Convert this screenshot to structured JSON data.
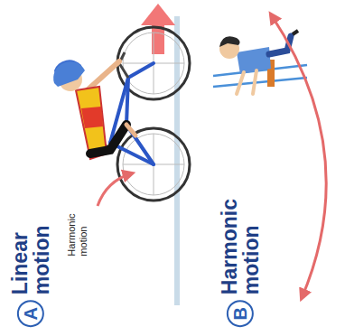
{
  "diagram": {
    "nodes": [
      {
        "text": [
          "A",
          "Linear motion"
        ]
      },
      {
        "text": [
          "B",
          "Harmonic motion"
        ]
      }
    ],
    "labels": [
      "Harmonic motion"
    ]
  }
}
